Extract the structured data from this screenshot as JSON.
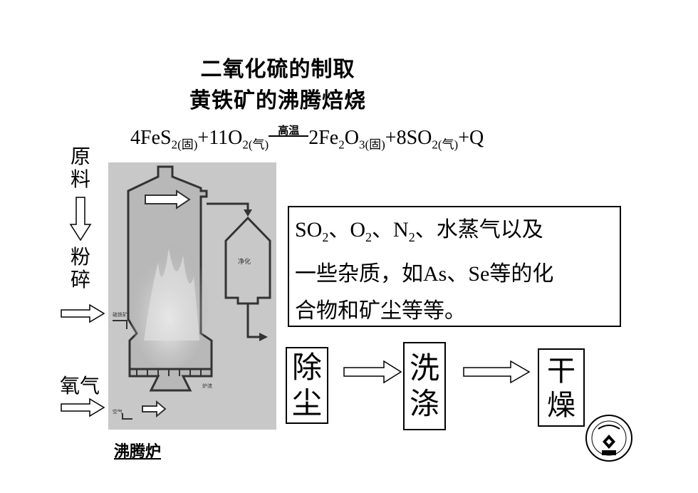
{
  "title": {
    "line1": "二氧化硫的制取",
    "line2": "黄铁矿的沸腾焙烧"
  },
  "equation": {
    "r1_coef": "4FeS",
    "r1_sub": "2(固)",
    "r2": "+11O",
    "r2_sub": "2(气)",
    "condition": "高温",
    "p1": "2Fe",
    "p1_sub1": "2",
    "p1_o": "O",
    "p1_sub2": "3(固)",
    "p2": "+8SO",
    "p2_sub": "2(气)",
    "p3": "+Q"
  },
  "left_labels": {
    "raw_material": "原料",
    "crushing": "粉碎",
    "oxygen": "氧气"
  },
  "impurity_box": {
    "line1_parts": [
      "SO",
      "2",
      "、O",
      "2",
      "、N",
      "2",
      "、水蒸气以及"
    ],
    "line2": "一些杂质，如As、Se等的化",
    "line3": "合物和矿尘等等。"
  },
  "steps": [
    {
      "label": "除尘"
    },
    {
      "label": "洗涤"
    },
    {
      "label": "干燥"
    }
  ],
  "furnace": {
    "label": "沸腾炉"
  }
}
